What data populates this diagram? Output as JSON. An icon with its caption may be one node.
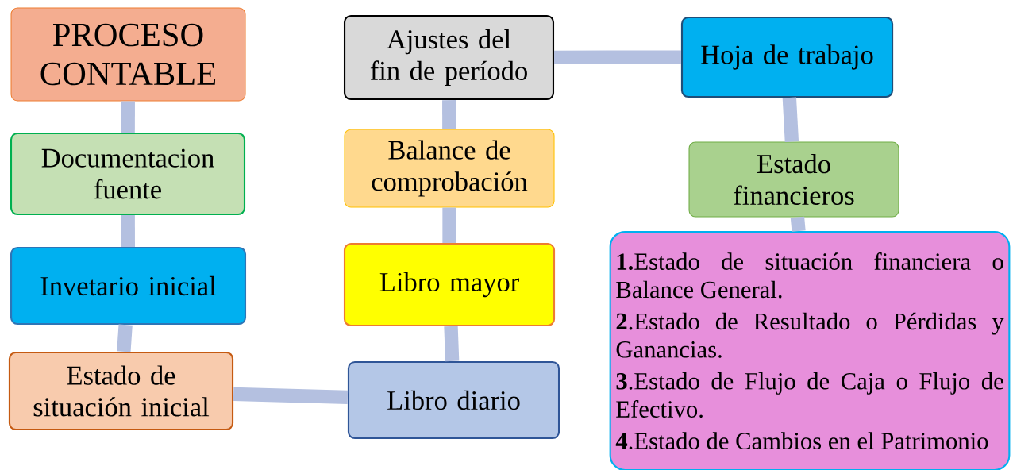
{
  "diagram": {
    "nodes": [
      {
        "text": [
          "PROCESO CONTABLE"
        ]
      },
      {
        "text": [
          "Documentacion fuente"
        ]
      },
      {
        "text": [
          "Invetario inicial"
        ]
      },
      {
        "text": [
          "Estado de situación inicial"
        ]
      },
      {
        "text": [
          "Libro diario"
        ]
      },
      {
        "text": [
          "Libro mayor"
        ]
      },
      {
        "text": [
          "Balance de comprobación"
        ]
      },
      {
        "text": [
          "Ajustes del fin de período"
        ]
      },
      {
        "text": [
          "Hoja de trabajo"
        ]
      },
      {
        "text": [
          "Estado financieros"
        ]
      },
      {
        "text": [
          "**1.**Estado de situación financiera o Balance General.",
          "**2**.Estado de Resultado o Pérdidas y Ganancias.",
          "**3**.Estado de Flujo de Caja o Flujo de Efectivo.",
          "**4**.Estado de Cambios en el Patrimonio"
        ]
      }
    ],
    "edges": [
      {
        "from": 0,
        "to": 1,
        "arrow": "none"
      },
      {
        "from": 1,
        "to": 2,
        "arrow": "none"
      },
      {
        "from": 2,
        "to": 3,
        "arrow": "none"
      },
      {
        "from": 3,
        "to": 4,
        "arrow": "none"
      },
      {
        "from": 4,
        "to": 5,
        "arrow": "none"
      },
      {
        "from": 5,
        "to": 6,
        "arrow": "none"
      },
      {
        "from": 6,
        "to": 7,
        "arrow": "none"
      },
      {
        "from": 7,
        "to": 8,
        "arrow": "none"
      },
      {
        "from": 8,
        "to": 9,
        "arrow": "none"
      },
      {
        "from": 9,
        "to": 10,
        "arrow": "none"
      }
    ]
  }
}
